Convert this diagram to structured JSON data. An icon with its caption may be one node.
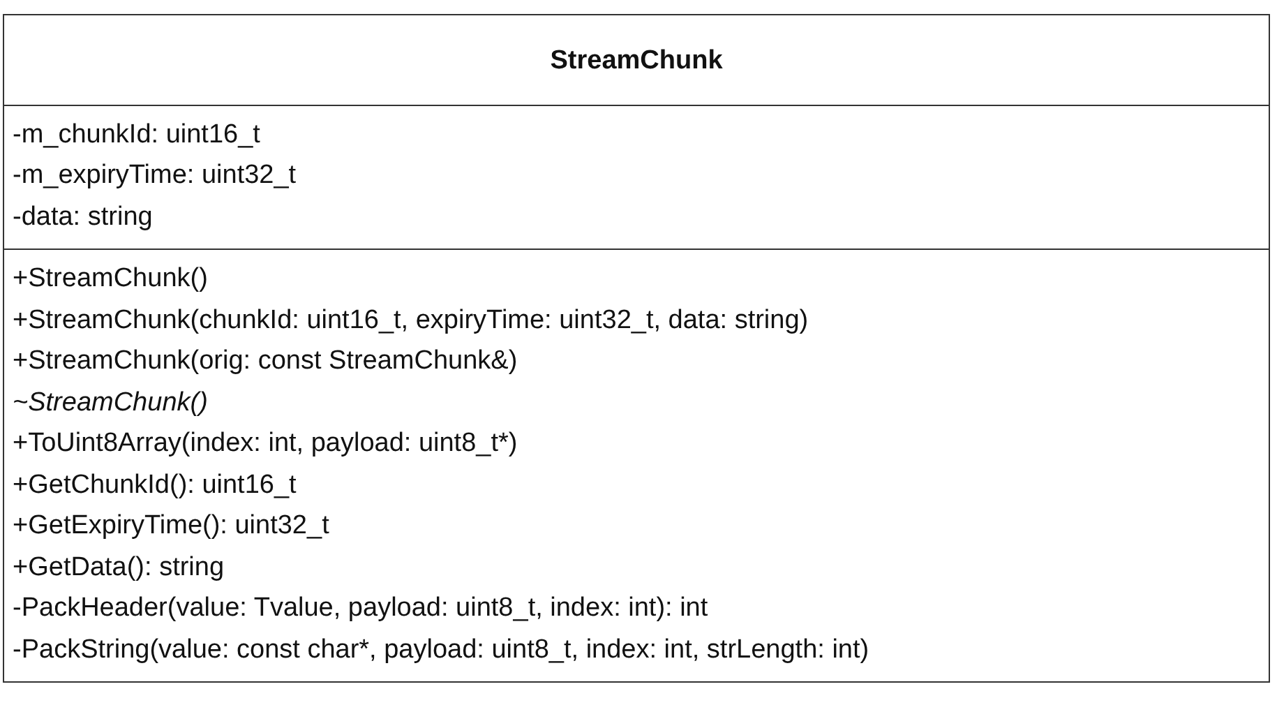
{
  "diagram": {
    "nodes": [
      {
        "text": [
          "StreamChunk"
        ]
      },
      {
        "text": [
          "-m_chunkId: uint16_t",
          "-m_expiryTime: uint32_t",
          "-data: string"
        ],
        "in": 0
      },
      {
        "text": [
          "+StreamChunk()",
          "+StreamChunk(chunkId: uint16_t, expiryTime: uint32_t, data: string)",
          "+StreamChunk(orig: const StreamChunk&)",
          "~StreamChunk()",
          "+ToUint8Array(index: int, payload: uint8_t*)",
          "+GetChunkId(): uint16_t",
          "+GetExpiryTime(): uint32_t",
          "+GetData(): string",
          "-PackHeader(value: Tvalue, payload: uint8_t, index: int): int",
          "-PackString(value: const char*, payload: uint8_t, index: int, strLength: int)"
        ],
        "in": 0
      }
    ]
  }
}
